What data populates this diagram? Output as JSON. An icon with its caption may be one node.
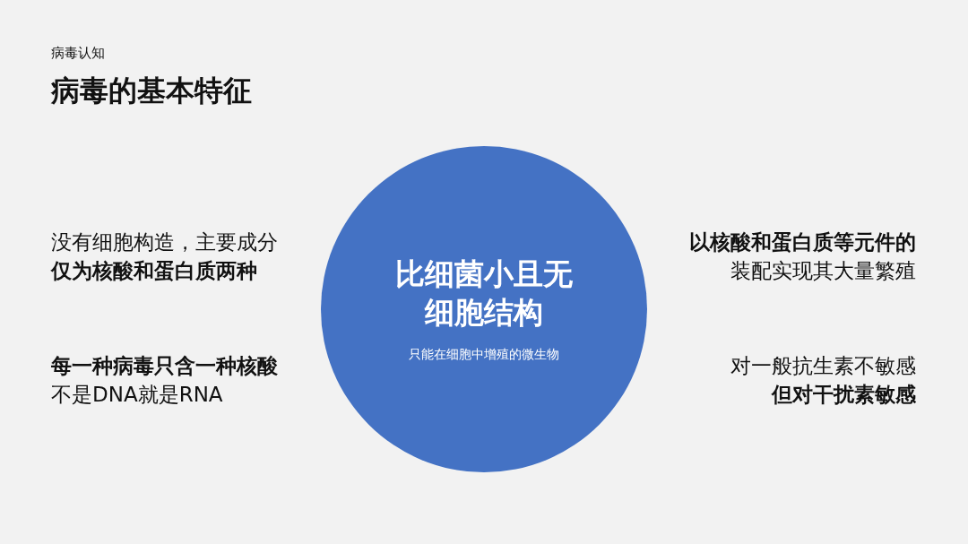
{
  "diagram": {
    "title": "病毒的基本特征",
    "nodes": [
      {
        "text": [
          "比细菌小且无细胞结构",
          "只能在细胞中增殖的微生物"
        ]
      }
    ],
    "labels": [
      "病毒认知",
      "没有细胞构造，主要成分",
      "仅为核酸和蛋白质两种",
      "以核酸和蛋白质等元件的",
      "装配实现其大量繁殖",
      "每一种病毒只含一种核酸",
      "不是DNA就是RNA",
      "对一般抗生素不敏感",
      "但对干扰素敏感"
    ]
  }
}
